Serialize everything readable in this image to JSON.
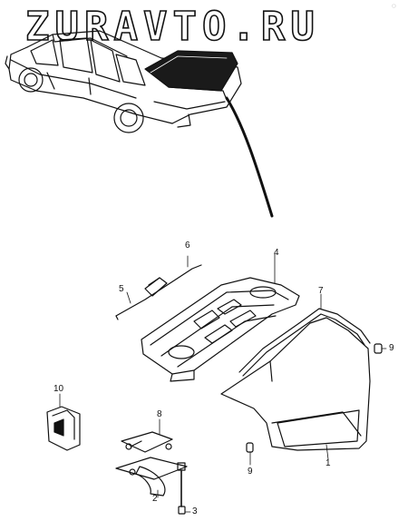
{
  "watermark": {
    "text": "ZURAVTO.RU"
  },
  "callouts": {
    "c1": "1",
    "c2": "2",
    "c3": "3",
    "c4": "4",
    "c5": "5",
    "c6": "6",
    "c7": "7",
    "c8": "8",
    "c9a": "9",
    "c9b": "9",
    "c10": "10"
  },
  "colors": {
    "ink": "#111111",
    "paper": "#ffffff",
    "trunk_fill": "#1a1a1a"
  },
  "icons": {
    "car": "car-illustration-icon",
    "rear-panel": "rear-shelf-panel-icon",
    "trunk-lid": "trunk-lid-icon",
    "weatherstrip": "weatherstrip-seal-icon",
    "release-cable": "release-cable-icon",
    "hinge": "hinge-icon",
    "bolt": "bolt-icon",
    "bumper-stop": "bumper-stop-icon",
    "latch": "latch-bracket-icon"
  }
}
